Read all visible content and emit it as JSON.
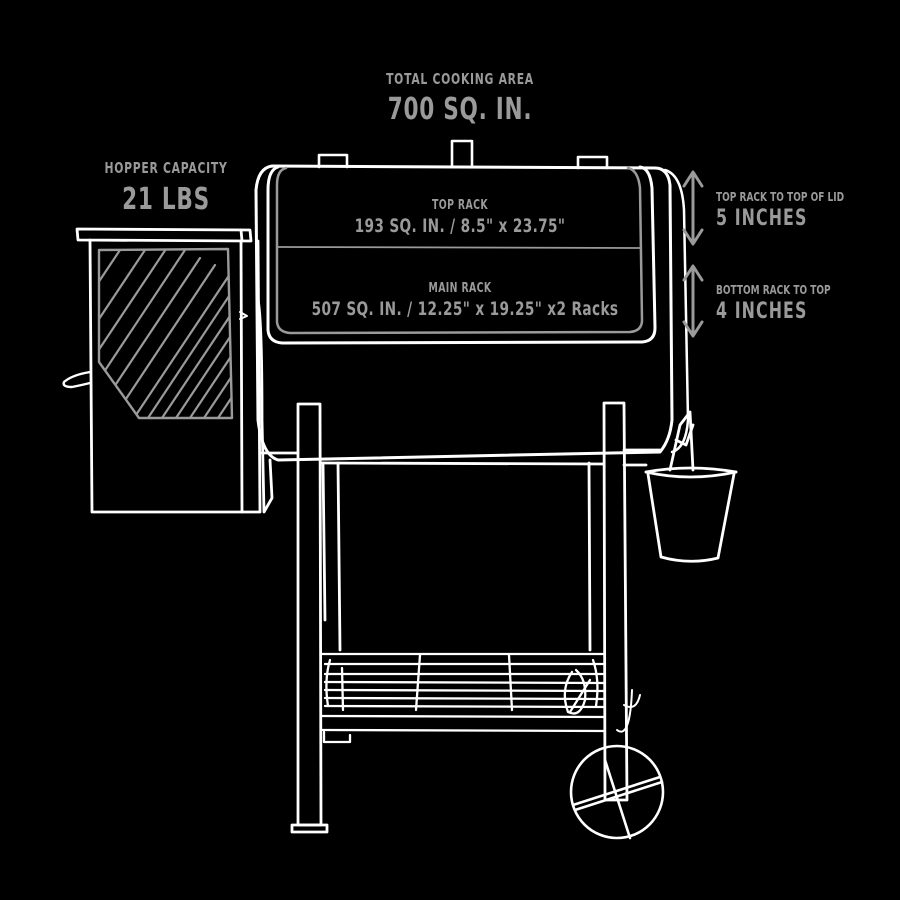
{
  "diagram": {
    "subject": "pellet grill front elevation line drawing",
    "background_color": "#000000",
    "line_color": "#ffffff",
    "label_color": "#9a9a9a",
    "accent_outline_color": "#9a9a9a"
  },
  "labels": {
    "total_cooking_area": {
      "title": "TOTAL COOKING AREA",
      "value": "700 SQ. IN."
    },
    "hopper_capacity": {
      "title": "HOPPER CAPACITY",
      "value": "21 LBS"
    },
    "top_rack": {
      "title": "TOP RACK",
      "value": "193 SQ. IN. / 8.5\" x 23.75\""
    },
    "main_rack": {
      "title": "MAIN RACK",
      "value": "507 SQ. IN. / 12.25\" x 19.25\" x2 Racks"
    },
    "top_rack_clearance": {
      "title": "TOP RACK TO TOP OF LID",
      "value": "5 INCHES",
      "icon": "double-arrow-vertical-icon"
    },
    "bottom_rack_clearance": {
      "title": "BOTTOM RACK TO TOP",
      "value": "4 INCHES",
      "icon": "double-arrow-vertical-icon"
    }
  }
}
